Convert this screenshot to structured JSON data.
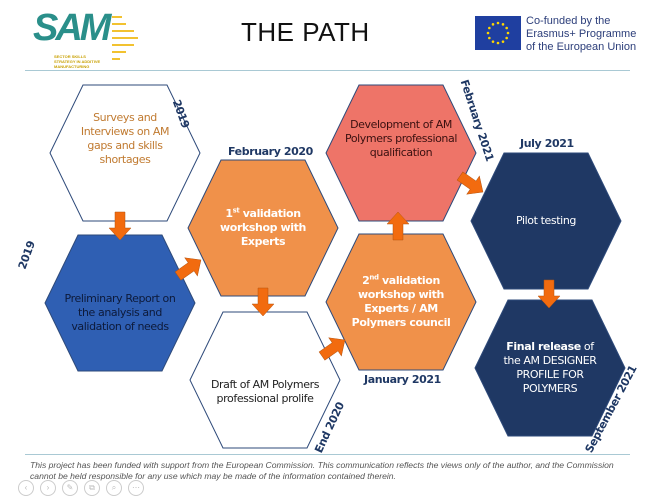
{
  "header": {
    "title": "THE PATH",
    "logo": {
      "name": "SAM",
      "subtitle": "SECTOR SKILLS STRATEGY IN ADDITIVE MANUFACTURING"
    },
    "eu_text": [
      "Co-funded by the",
      "Erasmus+ Programme",
      "of the European Union"
    ]
  },
  "steps": [
    {
      "lines": [
        "Surveys and",
        "Interviews on AM",
        "gaps and skills",
        "shortages"
      ],
      "date": "2019",
      "fill": "#ffffff",
      "text_color": "#c07a30"
    },
    {
      "lines": [
        "Preliminary Report on",
        "the analysis and",
        "validation of needs"
      ],
      "date": "2019",
      "fill": "#2f5fb3",
      "text_color": "#0d1a3a"
    },
    {
      "ordinal": "1",
      "suffix": "st",
      "lines": [
        " validation",
        "workshop with",
        "Experts"
      ],
      "date": "February 2020",
      "fill": "#f0914a",
      "text_color": "#ffffff"
    },
    {
      "lines": [
        "Draft of AM Polymers",
        "professional prolife"
      ],
      "date": "End 2020",
      "fill": "#ffffff",
      "text_color": "#222222"
    },
    {
      "ordinal": "2",
      "suffix": "nd",
      "lines": [
        " validation",
        "workshop with",
        "Experts / AM",
        "Polymers council"
      ],
      "date": "January 2021",
      "fill": "#f0914a",
      "text_color": "#ffffff"
    },
    {
      "lines": [
        "Development of AM",
        "Polymers professional",
        "qualification"
      ],
      "date": "February 2021",
      "fill": "#ee7468",
      "text_color": "#3a1010"
    },
    {
      "lines": [
        "Pilot testing"
      ],
      "date": "July 2021",
      "fill": "#1f3864",
      "text_color": "#ffffff"
    },
    {
      "bold": "Final release",
      "lines": [
        " of",
        "the AM DESIGNER",
        "PROFILE FOR",
        "POLYMERS"
      ],
      "date": "September 2021",
      "fill": "#1f3864",
      "text_color": "#ffffff"
    }
  ],
  "colors": {
    "arrow": "#f26b0f",
    "outline": "#2e4a7a"
  },
  "footer": "This project has been funded with support from the European Commission. This communication reflects the views only of the author, and the Commission cannot be held responsible for any use which may be made of the information contained therein.",
  "viewer_controls": [
    "previous-icon",
    "next-icon",
    "pen-icon",
    "copy-icon",
    "zoom-icon",
    "more-icon"
  ]
}
